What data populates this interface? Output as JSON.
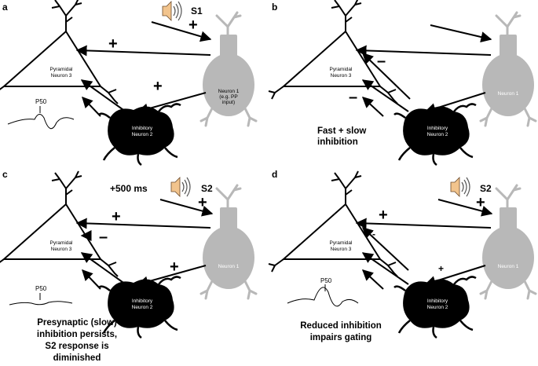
{
  "panels": {
    "a": {
      "label": "a",
      "pyramidal": [
        "Pyramidal",
        "Neuron 3"
      ],
      "inhibitory": [
        "Inhibitory",
        "Neuron 2"
      ],
      "neuron1": [
        "Neuron 1",
        "(e.g. PP",
        "input)"
      ],
      "stimulus": "S1",
      "signs": {
        "stim": "+",
        "to_pyr": "+",
        "to_inh": "+"
      },
      "p50": "P50",
      "caption": [
        "",
        "",
        ""
      ]
    },
    "b": {
      "label": "b",
      "pyramidal": [
        "Pyramidal",
        "Neuron 3"
      ],
      "inhibitory": [
        "Inhibitory",
        "Neuron 2"
      ],
      "neuron1": [
        "Neuron 1"
      ],
      "signs": {
        "inh1": "–",
        "inh2": "–"
      },
      "caption": [
        "Fast + slow",
        "inhibition"
      ]
    },
    "c": {
      "label": "c",
      "pyramidal": [
        "Pyramidal",
        "Neuron 3"
      ],
      "inhibitory": [
        "Inhibitory",
        "Neuron 2"
      ],
      "neuron1": [
        "Neuron 1"
      ],
      "stimulus": "S2",
      "delay": "+500 ms",
      "signs": {
        "stim": "+",
        "to_pyr": "+",
        "to_inh": "+",
        "inh": "–"
      },
      "p50": "P50",
      "caption": [
        "Presynaptic (slow)",
        "inhibition persists,",
        "S2 response is",
        "diminished"
      ]
    },
    "d": {
      "label": "d",
      "pyramidal": [
        "Pyramidal",
        "Neuron 3"
      ],
      "inhibitory": [
        "Inhibitory",
        "Neuron 2"
      ],
      "neuron1": [
        "Neuron 1"
      ],
      "stimulus": "S2",
      "signs": {
        "stim": "+",
        "to_pyr": "+",
        "to_inh": "+",
        "inh1": "-",
        "inh2": "-"
      },
      "p50": "P50",
      "caption": [
        "Reduced inhibition",
        "impairs gating"
      ]
    }
  },
  "colors": {
    "neuron1": "#b8b8b8",
    "inhibitory": "#000000",
    "speaker": "#f2c48d"
  }
}
